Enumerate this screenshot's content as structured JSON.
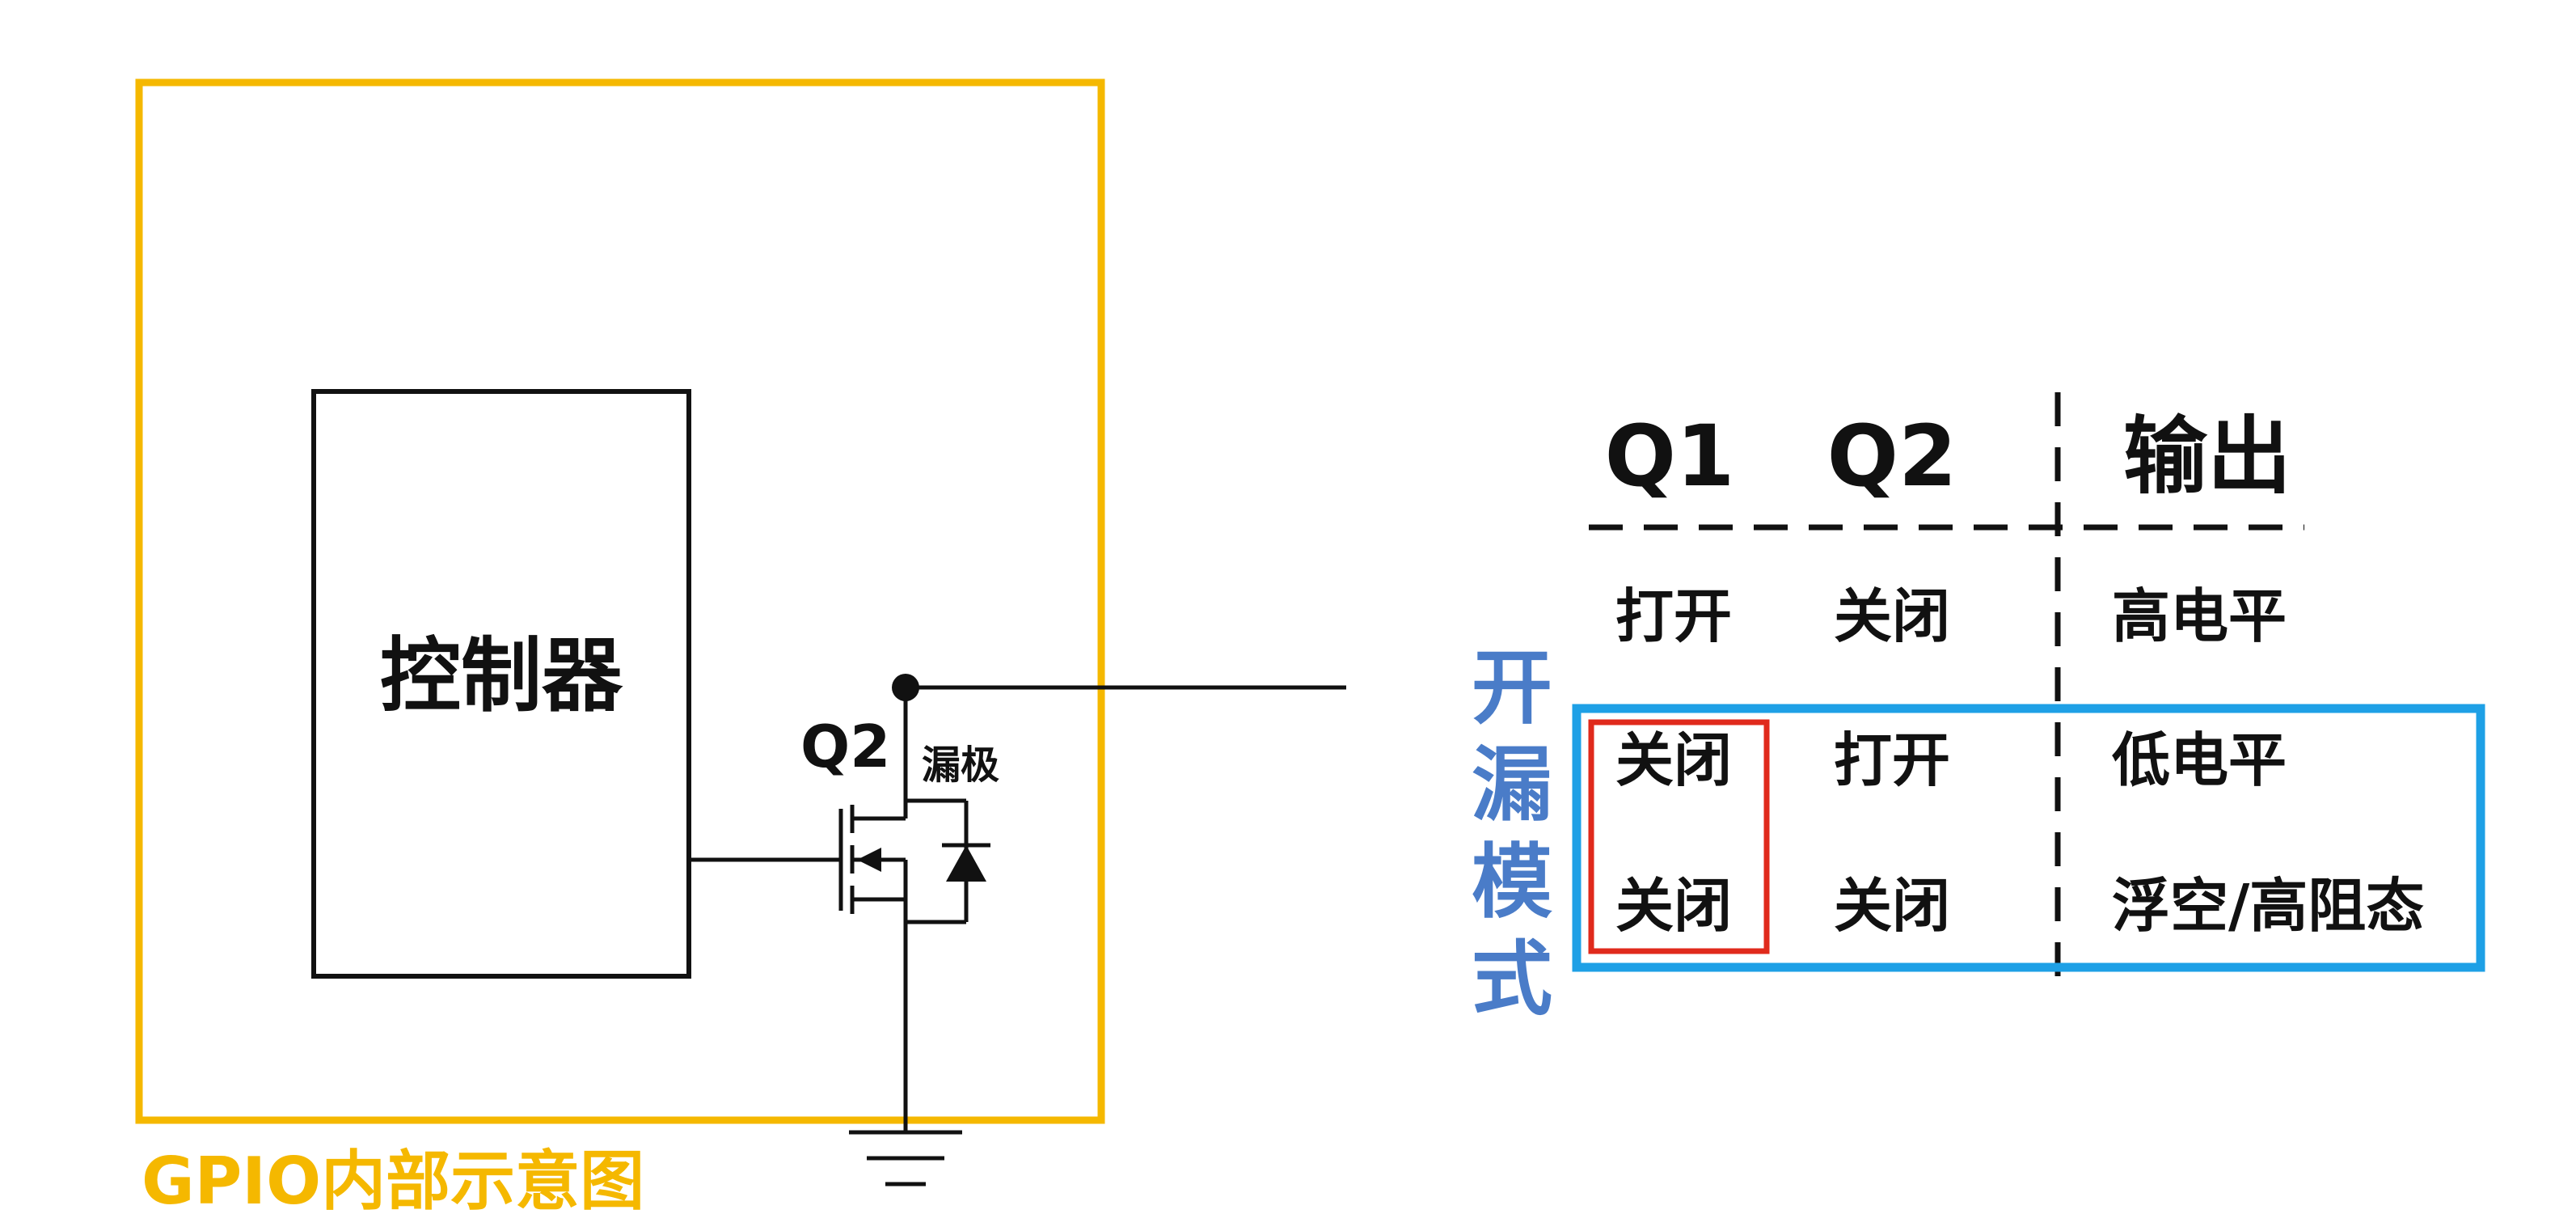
{
  "colors": {
    "gpio_frame": "#f5b800",
    "line": "#111111",
    "mode_box": "#1ea0e6",
    "mode_label": "#4a7cc8",
    "highlight": "#e02a1c",
    "background": "#ffffff"
  },
  "diagram": {
    "frame_label": "GPIO内部示意图",
    "controller_label": "控制器",
    "transistor_label": "Q2",
    "drain_label": "漏极"
  },
  "table": {
    "headers": [
      "Q1",
      "Q2",
      "输出"
    ],
    "rows": [
      [
        "打开",
        "关闭",
        "高电平"
      ],
      [
        "关闭",
        "打开",
        "低电平"
      ],
      [
        "关闭",
        "关闭",
        "浮空/高阻态"
      ]
    ]
  },
  "mode_label": [
    "开",
    "漏",
    "模",
    "式"
  ],
  "icons": {
    "mosfet": "n-channel-mosfet-icon",
    "diode": "body-diode-icon",
    "ground": "ground-icon",
    "junction": "junction-dot-icon"
  }
}
